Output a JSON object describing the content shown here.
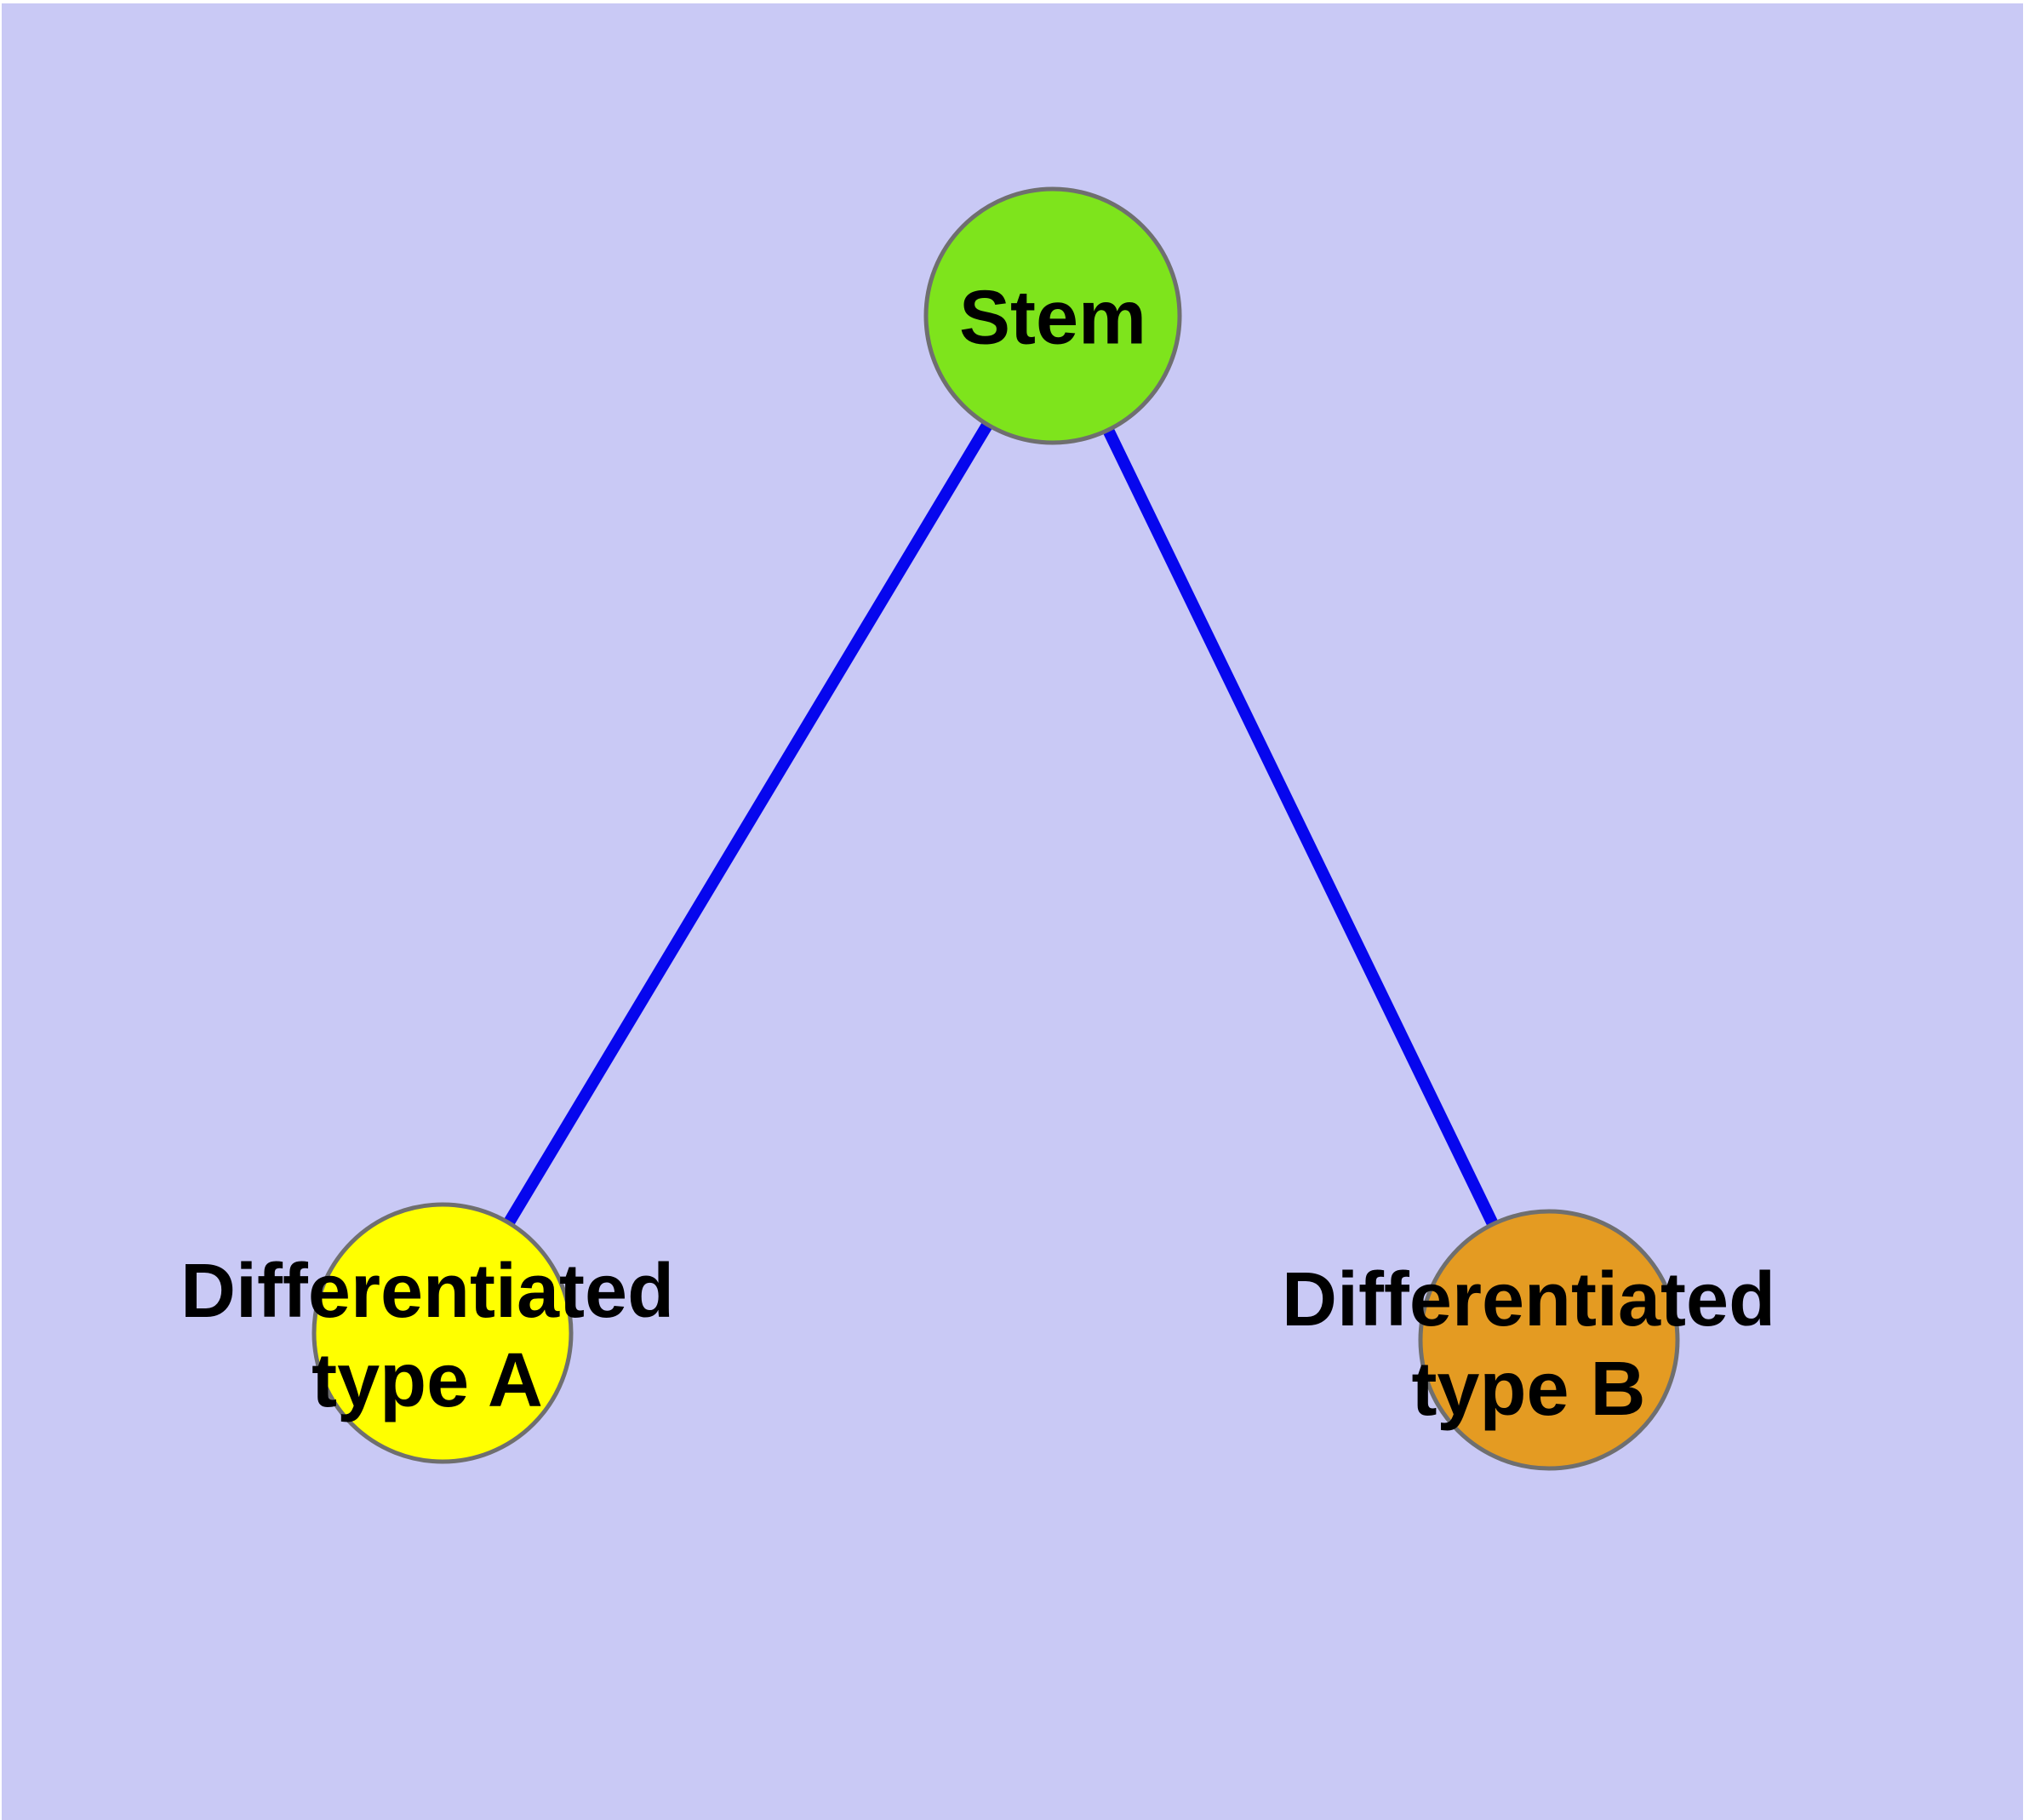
{
  "figure": {
    "type": "node-link-diagram",
    "description": "Stem cell differentiation graph: one stem node connected to two differentiated cell-type nodes",
    "page_color": "#ffffff",
    "background_color": "#c9c9f5",
    "text_color": "#000000",
    "node_border_color": "#6f6f6f",
    "edge_color": "#0606ee",
    "nodes": [
      {
        "id": "stem",
        "label": "Stem",
        "fill_color": "#7ee41c"
      },
      {
        "id": "differentiated-type-a",
        "label": "Differentiated\ntype A",
        "fill_color": "#ffff00"
      },
      {
        "id": "differentiated-type-b",
        "label": "Differentiated\ntype B",
        "fill_color": "#e49b22"
      }
    ],
    "edges": [
      {
        "from": "stem",
        "to": "differentiated-type-a"
      },
      {
        "from": "stem",
        "to": "differentiated-type-b"
      }
    ]
  }
}
